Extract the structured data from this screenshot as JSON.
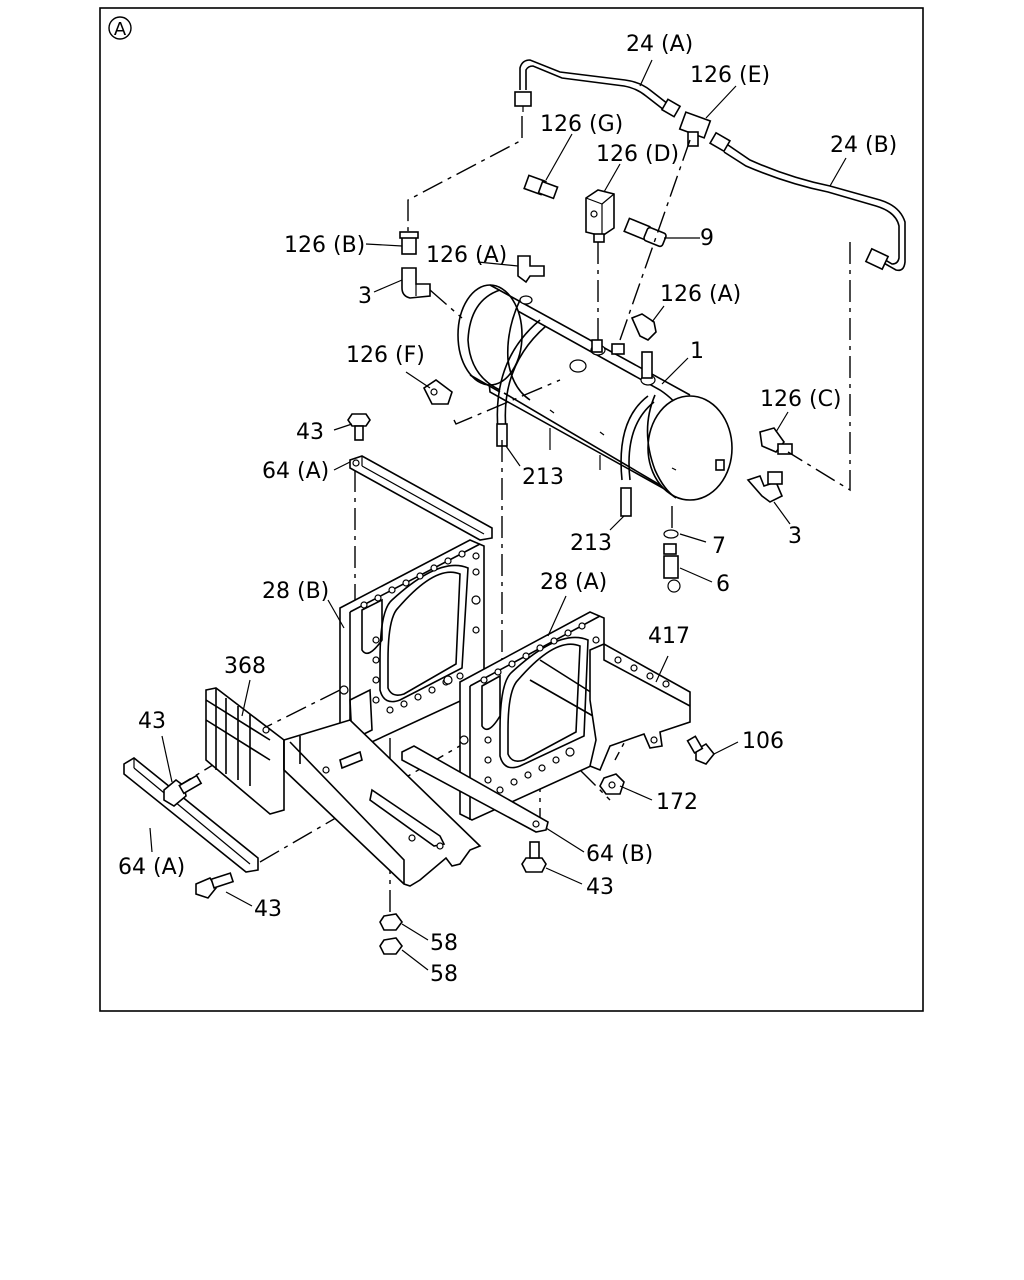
{
  "section_marker": "A",
  "callouts": {
    "p24A": "24 (A)",
    "p126E": "126 (E)",
    "p126G": "126 (G)",
    "p126D": "126 (D)",
    "p24B": "24 (B)",
    "p126B": "126 (B)",
    "p126A_1": "126 (A)",
    "p9": "9",
    "p3_1": "3",
    "p126A_2": "126 (A)",
    "p126F": "126 (F)",
    "p1": "1",
    "p43_1": "43",
    "p126C": "126 (C)",
    "p64A_1": "64 (A)",
    "p213_1": "213",
    "p213_2": "213",
    "p7": "7",
    "p3_2": "3",
    "p6": "6",
    "p28B": "28 (B)",
    "p28A": "28 (A)",
    "p417": "417",
    "p368": "368",
    "p43_2": "43",
    "p106": "106",
    "p172": "172",
    "p64B": "64 (B)",
    "p64A_2": "64 (A)",
    "p43_3": "43",
    "p43_4": "43",
    "p58_1": "58",
    "p58_2": "58"
  }
}
